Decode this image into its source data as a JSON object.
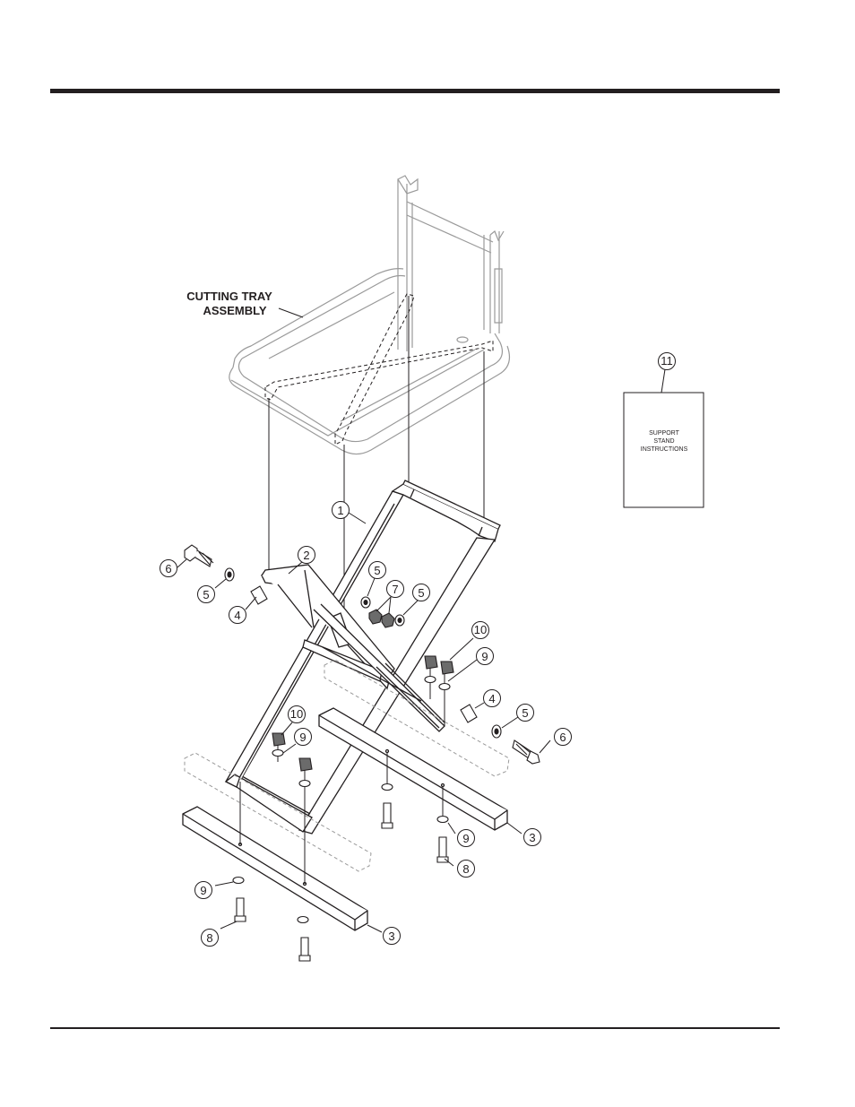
{
  "drawing": {
    "assembly_label_line1": "CUTTING TRAY",
    "assembly_label_line2": "ASSEMBLY",
    "booklet_line1": "SUPPORT",
    "booklet_line2": "STAND",
    "booklet_line3": "INSTRUCTIONS"
  },
  "callouts": {
    "c1": "1",
    "c2": "2",
    "c3a": "3",
    "c3b": "3",
    "c4a": "4",
    "c4b": "4",
    "c5a": "5",
    "c5b": "5",
    "c5c": "5",
    "c5d": "5",
    "c6a": "6",
    "c6b": "6",
    "c7": "7",
    "c8a": "8",
    "c8b": "8",
    "c9a": "9",
    "c9b": "9",
    "c9c": "9",
    "c9d": "9",
    "c10a": "10",
    "c10b": "10",
    "c11": "11"
  }
}
